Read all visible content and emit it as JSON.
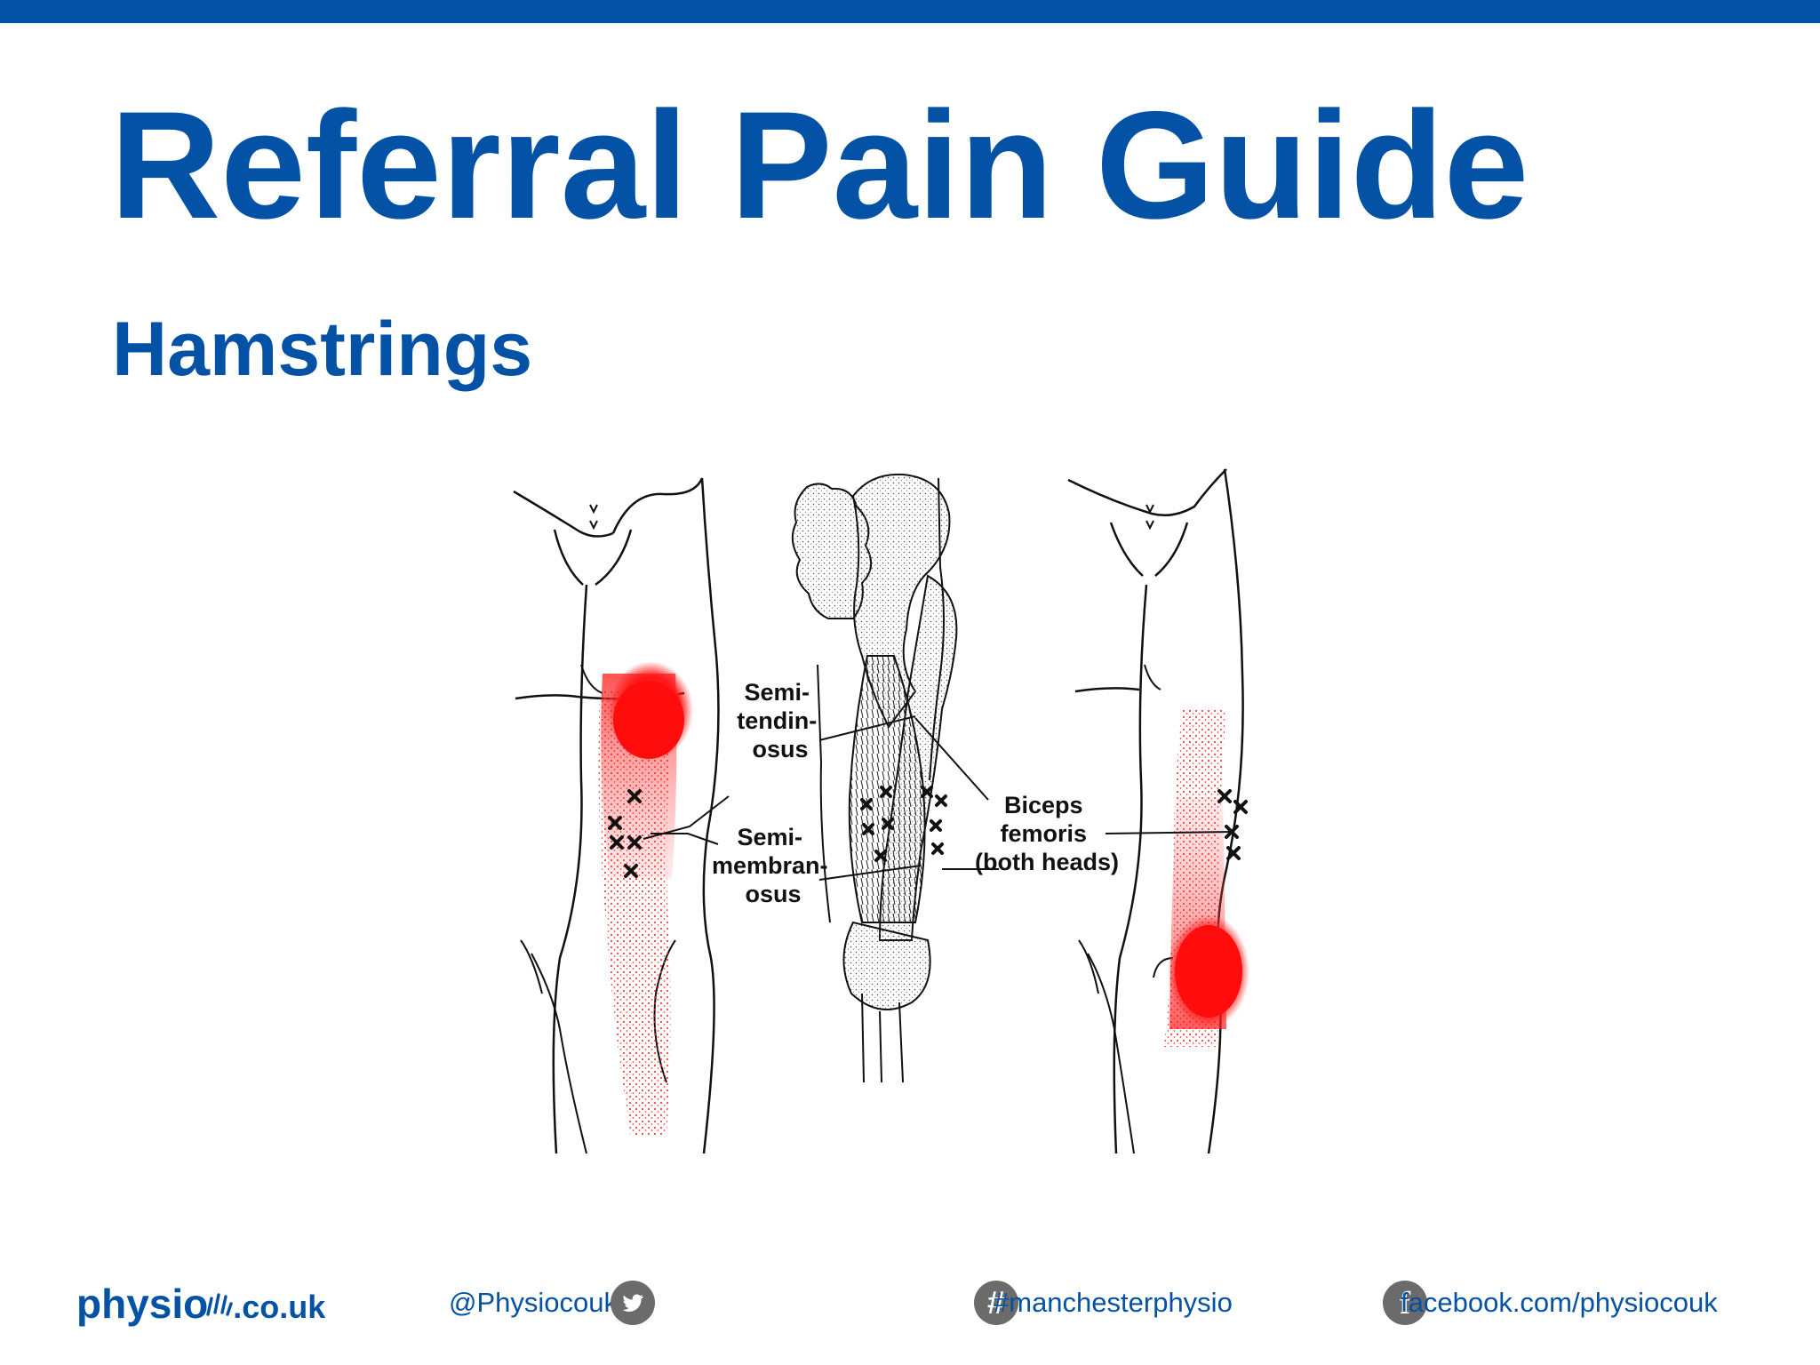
{
  "slide": {
    "title": "Referral Pain Guide",
    "subtitle": "Hamstrings",
    "accent_color": "#0452a5",
    "pain_color": "#ff1a1a"
  },
  "figure": {
    "labels": {
      "semitendinosus": [
        "Semi-",
        "tendin-",
        "osus"
      ],
      "semimembranosus": [
        "Semi-",
        "membran-",
        "osus"
      ],
      "biceps_femoris": [
        "Biceps",
        "femoris",
        "(both heads)"
      ]
    }
  },
  "footer": {
    "logo_word": "physio",
    "logo_tld": ".co.uk",
    "twitter_handle": "@Physiocouk",
    "twitter_icon": "twitter-bird-icon",
    "hashtag": "#manchesterphysio",
    "hashtag_icon": "hashtag-icon",
    "hashtag_glyph": "#",
    "facebook_url": "facebook.com/physiocouk",
    "facebook_icon": "facebook-f-icon",
    "facebook_glyph": "f"
  }
}
